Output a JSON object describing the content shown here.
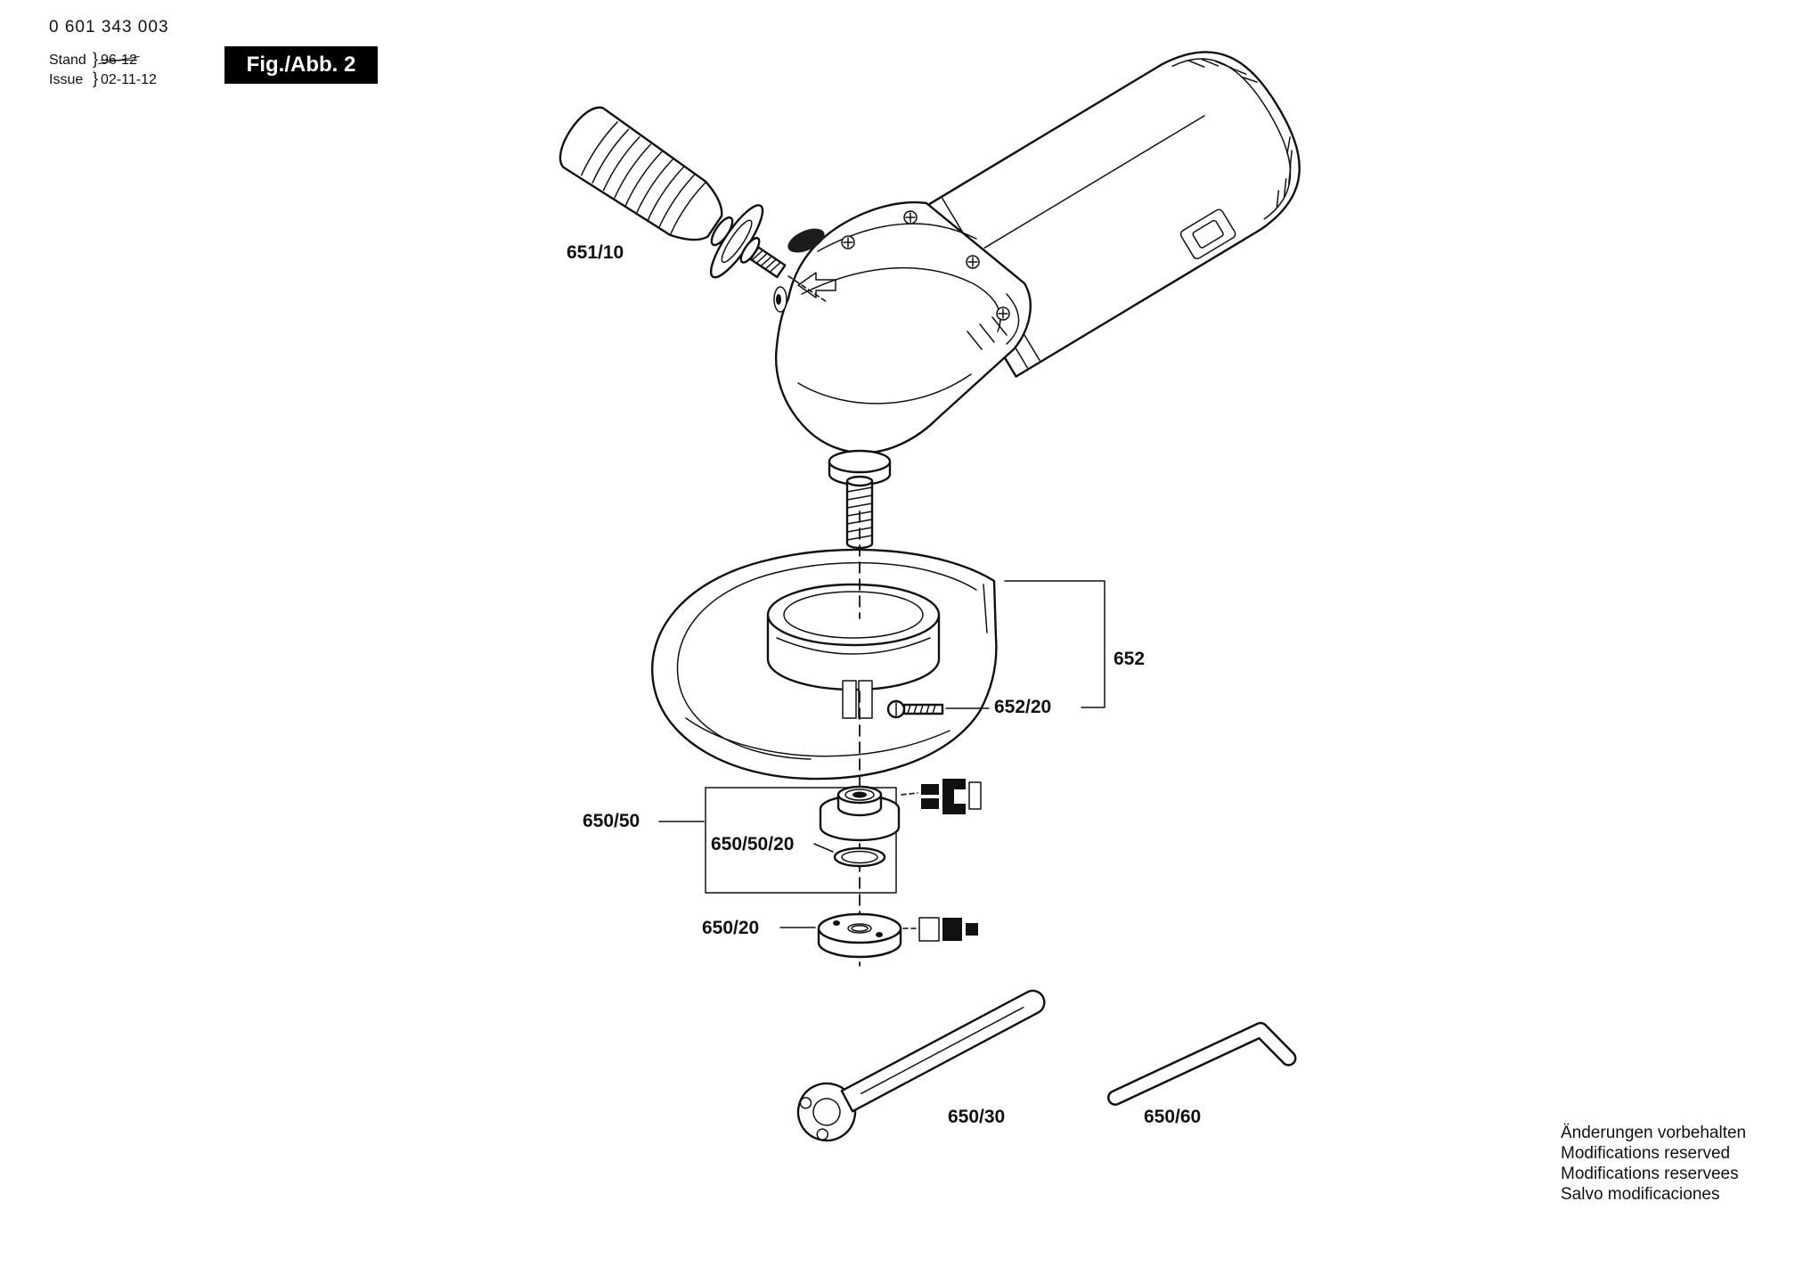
{
  "header": {
    "part_number": "0 601 343 003",
    "stand_label": "Stand",
    "stand_value": "96-12",
    "issue_label": "Issue",
    "issue_value": "02-11-12",
    "brace": "}",
    "figure_label": "Fig./Abb. 2"
  },
  "part_labels": {
    "handle": "651/10",
    "guard_assembly": "652",
    "clamp_screw": "652/20",
    "backing_flange": "650/50",
    "o_ring": "650/50/20",
    "clamp_nut": "650/20",
    "pin_spanner": "650/30",
    "hex_key": "650/60"
  },
  "footer": {
    "lines": [
      "Änderungen vorbehalten",
      "Modifications reserved",
      "Modifications reservees",
      "Salvo modificaciones"
    ]
  },
  "colors": {
    "ink": "#111111",
    "figure_box_bg": "#000000",
    "background": "#ffffff"
  }
}
